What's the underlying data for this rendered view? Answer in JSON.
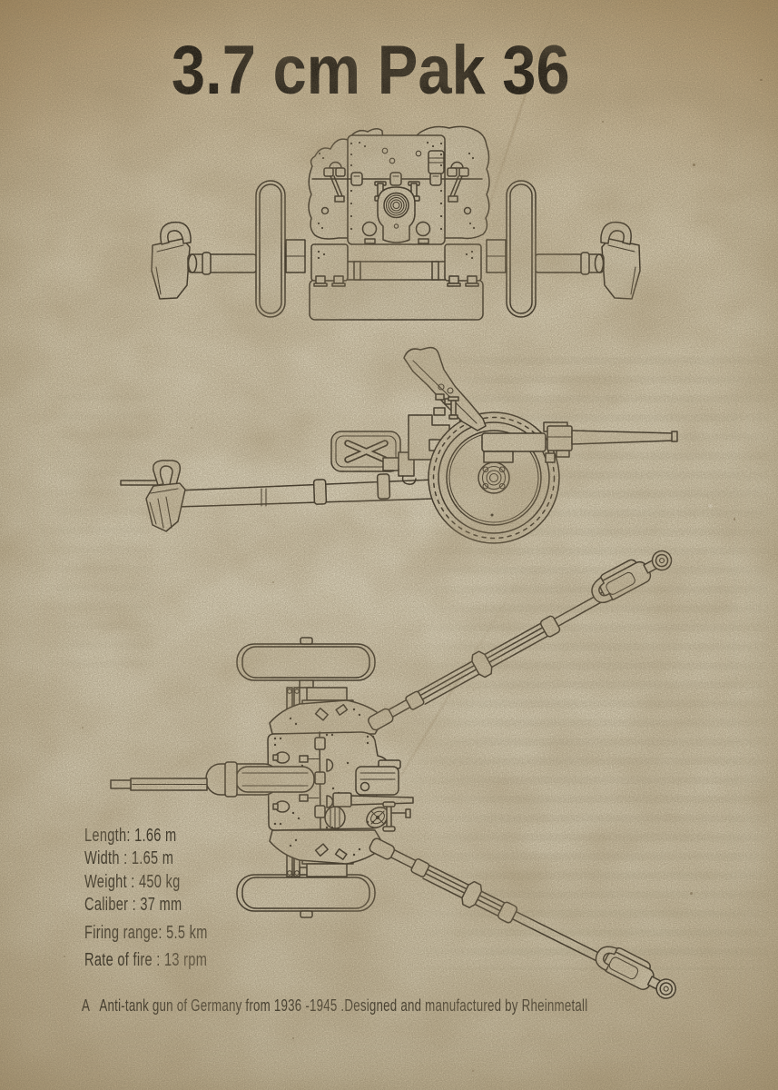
{
  "poster": {
    "title": "3.7 cm Pak 36",
    "specs": [
      "Length: 1.66 m",
      "Width : 1.65 m",
      "Weight : 450 kg",
      "Caliber : 37 mm",
      "Firing range: 5.5 km",
      "Rate of fire : 13 rpm"
    ],
    "footer": "A   Anti-tank gun of Germany from 1936 -1945 .Designed and manufactured by Rheinmetall",
    "colors": {
      "paper": "#d6ccb2",
      "ink": "#332c21",
      "title_ink": "#16130e"
    }
  }
}
